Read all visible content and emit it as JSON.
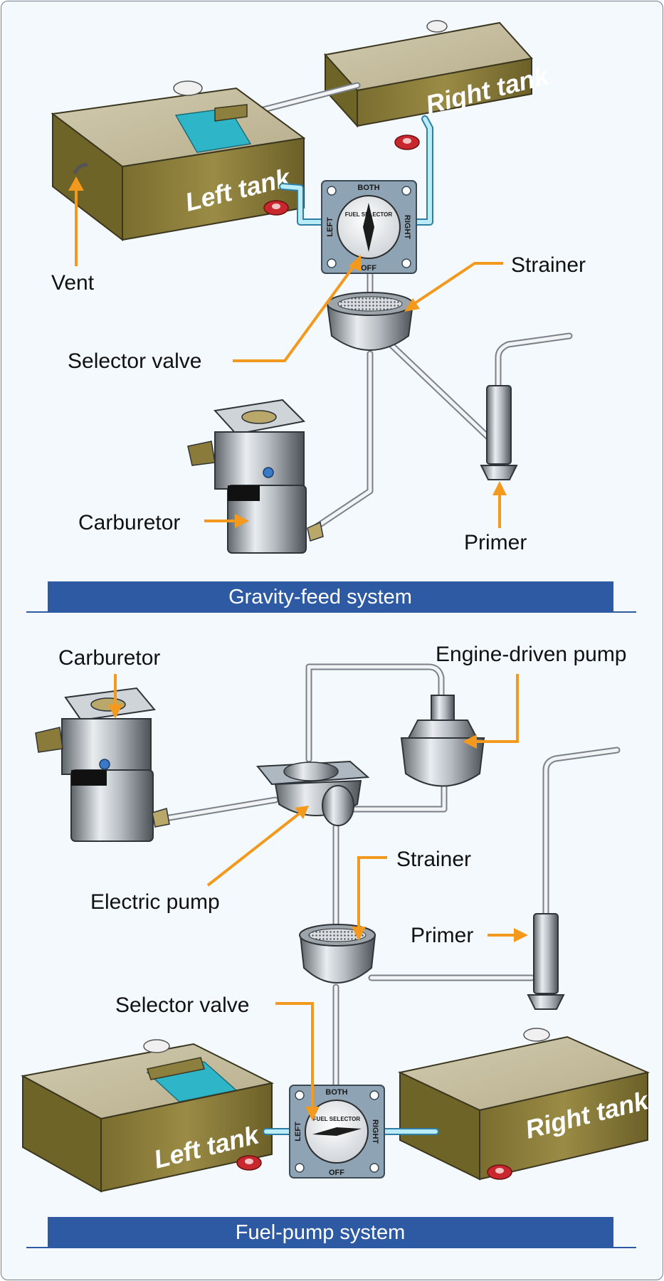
{
  "colors": {
    "background": "#f4f9fd",
    "banner": "#2e5aa4",
    "callout_arrow": "#f39a1e",
    "tank": "#8d7f3d",
    "fuel": "#2fb5c8",
    "fuel_line": "#b9ecf7",
    "drain": "#c8282d"
  },
  "gravity": {
    "banner": "Gravity-feed system",
    "left_tank": "Left tank",
    "right_tank": "Right tank",
    "vent": "Vent",
    "strainer": "Strainer",
    "selector_valve": "Selector valve",
    "carburetor": "Carburetor",
    "primer": "Primer",
    "selector": {
      "both": "BOTH",
      "left": "LEFT",
      "right": "RIGHT",
      "off": "OFF",
      "dial": "FUEL SELECTOR"
    }
  },
  "pump": {
    "banner": "Fuel-pump system",
    "left_tank": "Left tank",
    "right_tank": "Right tank",
    "carburetor": "Carburetor",
    "engine_driven_pump": "Engine-driven pump",
    "electric_pump": "Electric pump",
    "strainer": "Strainer",
    "primer": "Primer",
    "selector_valve": "Selector valve",
    "selector": {
      "both": "BOTH",
      "left": "LEFT",
      "right": "RIGHT",
      "off": "OFF",
      "dial": "FUEL SELECTOR"
    }
  }
}
